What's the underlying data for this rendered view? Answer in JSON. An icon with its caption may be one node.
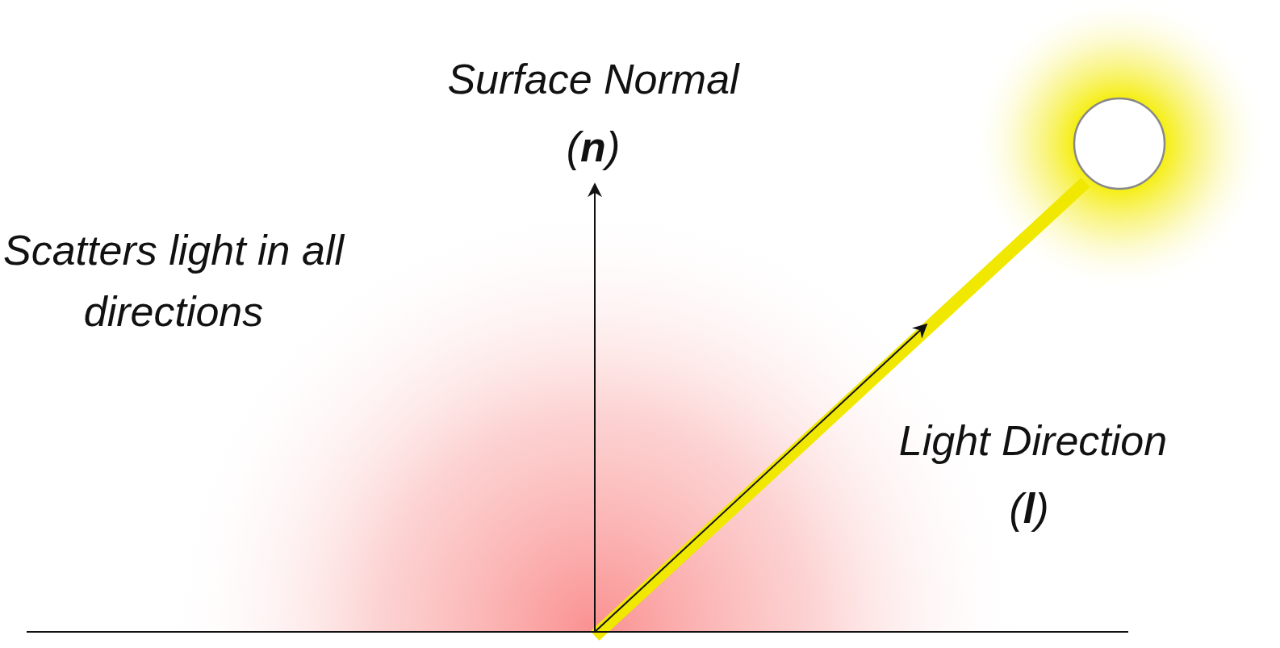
{
  "diagram": {
    "labels": [
      "Surface Normal",
      "(**n**)",
      "Scatters light in all directions",
      "Light Direction",
      "(**l**)"
    ]
  }
}
